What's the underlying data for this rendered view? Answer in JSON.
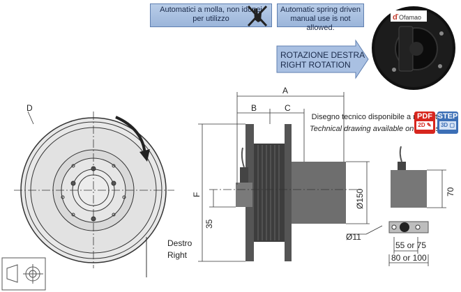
{
  "notices": {
    "it": "Automatici a molla, non idonei per utilizzo",
    "en": "Automatic spring driven manual use is not allowed."
  },
  "rotation": {
    "it": "ROTAZIONE DESTRA",
    "en": "RIGHT ROTATION"
  },
  "brand": "Ofamao",
  "availability": {
    "it": "Disegno tecnico disponibile a richiesta",
    "en": "Technical drawing available on request"
  },
  "badges": {
    "pdf": "PDF",
    "pdf_sub": "2D",
    "step": "STEP",
    "step_sub": "3D"
  },
  "labels": {
    "d": "D",
    "a": "A",
    "b": "B",
    "c": "C",
    "f": "F",
    "dim_35": "35",
    "dim_150": "Ø150",
    "dim_11": "Ø11",
    "dim_70": "70",
    "dim_55": "55 or 75",
    "dim_80": "80 or 100",
    "destro": "Destro",
    "right": "Right"
  },
  "colors": {
    "notice_bg": "#9bb5da",
    "pdf_red": "#d7261e",
    "step_blue": "#3c6fb6",
    "metal": "#6b6b6b"
  }
}
